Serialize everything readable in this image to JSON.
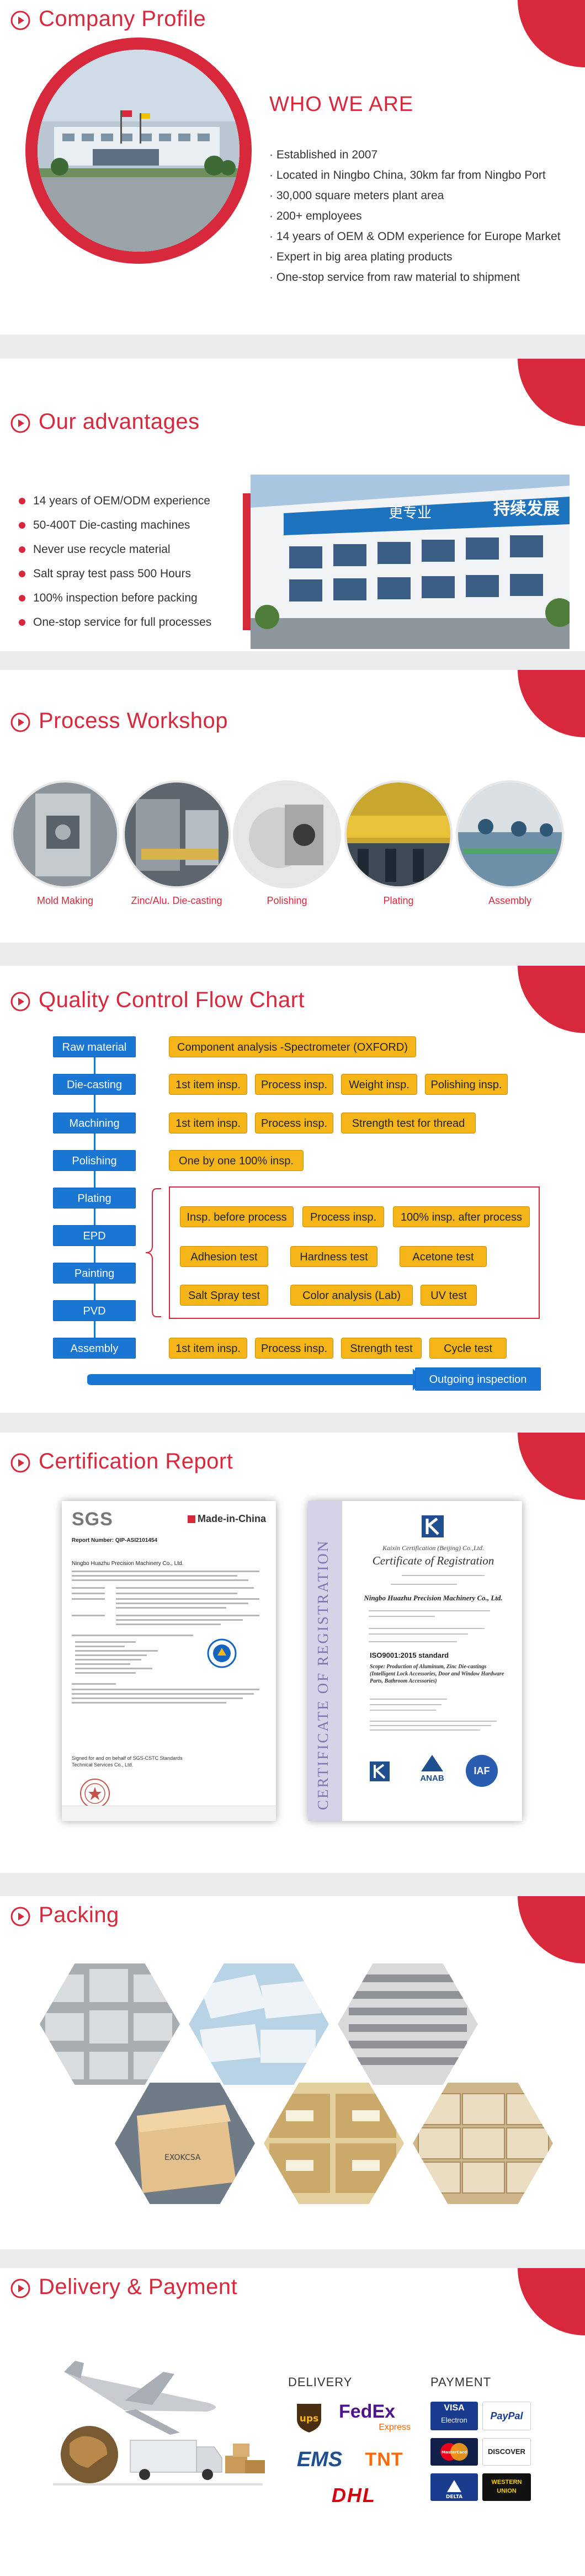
{
  "colors": {
    "brand_red": "#d8283c",
    "flow_blue": "#1976d2",
    "check_yellow": "#f6b61a",
    "gap_grey": "#ececec"
  },
  "profile": {
    "title": "Company Profile",
    "who_title": "WHO WE ARE",
    "items": [
      "· Established in 2007",
      "· Located in Ningbo China, 30km far from Ningbo Port",
      "· 30,000 square meters plant area",
      "· 200+ employees",
      "· 14 years of OEM & ODM experience for Europe Market",
      "· Expert in big area plating products",
      "· One-stop service from raw material to shipment"
    ]
  },
  "advantages": {
    "title": "Our advantages",
    "items": [
      "14 years of OEM/ODM experience",
      "50-400T Die-casting machines",
      "Never use recycle material",
      "Salt spray test pass 500 Hours",
      "100% inspection before packing",
      "One-stop service for full processes"
    ],
    "banner_left": "更专业",
    "banner_right": "持续发展"
  },
  "workshop": {
    "title": "Process Workshop",
    "items": [
      "Mold Making",
      "Zinc/Alu. Die-casting",
      "Polishing",
      "Plating",
      "Assembly"
    ]
  },
  "qc": {
    "title": "Quality Control Flow Chart",
    "steps": [
      "Raw material",
      "Die-casting",
      "Machining",
      "Polishing",
      "Plating",
      "EPD",
      "Painting",
      "PVD",
      "Assembly"
    ],
    "raw": "Component analysis -Spectrometer (OXFORD)",
    "die_casting": [
      "1st item insp.",
      "Process insp.",
      "Weight insp.",
      "Polishing insp."
    ],
    "machining": [
      "1st item insp.",
      "Process insp.",
      "Strength test for thread"
    ],
    "polishing": "One by one 100% insp.",
    "surface": [
      [
        "Insp. before process",
        "Process insp.",
        "100% insp. after process"
      ],
      [
        "Adhesion test",
        "Hardness test",
        "Acetone test"
      ],
      [
        "Salt Spray test",
        "Color analysis (Lab)",
        "UV test"
      ]
    ],
    "assembly": [
      "1st item insp.",
      "Process insp.",
      "Strength test",
      "Cycle test"
    ],
    "outgoing": "Outgoing inspection"
  },
  "certification": {
    "title": "Certification Report",
    "sgs": {
      "logo": "SGS",
      "mic": "Made-in-China",
      "report_no": "Report Number: QIP-ASI2101454",
      "company": "Ningbo Huazhu Precision Machinery Co., Ltd.",
      "sign": "Signed for and on behalf of SGS-CSTC Standards Technical Services Co., Ltd."
    },
    "iso": {
      "side": "CERTIFICATE OF REGISTRATION",
      "org": "Kaixin Certification (Beijing) Co.,Ltd.",
      "heading": "Certificate of Registration",
      "company": "Ningbo Huazhu Precision Machinery Co., Ltd.",
      "standard": "ISO9001:2015 standard",
      "scope": "Scope: Production of Aluminum, Zinc Die-castings (Intelligent Lock Accessories, Door and Window Hardware Parts, Bathroom Accessories)",
      "anab": "ANAB",
      "iaf": "IAF"
    }
  },
  "packing": {
    "title": "Packing",
    "box_label": "EXOKCSA"
  },
  "delivery": {
    "title": "Delivery  &  Payment",
    "delivery_label": "DELIVERY",
    "payment_label": "PAYMENT",
    "carriers": [
      "ups",
      "FedEx",
      "Express",
      "EMS",
      "TNT",
      "DHL"
    ],
    "payments": [
      "VISA",
      "Electron",
      "PayPal",
      "MasterCard",
      "DISCOVER",
      "DELTA",
      "WESTERN UNION"
    ]
  }
}
